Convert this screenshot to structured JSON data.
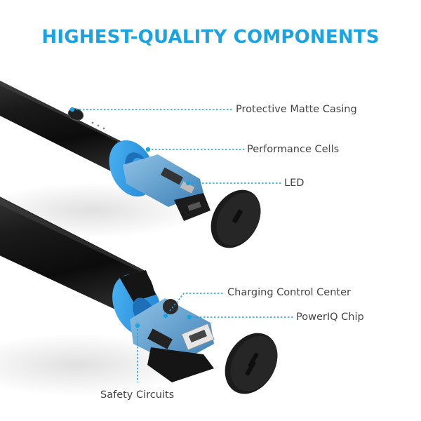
{
  "title": "HIGHEST-QUALITY COMPONENTS",
  "colors": {
    "accent": "#1aa3e0",
    "label_text": "#444444",
    "casing": "#1a1a1a",
    "cell_blue": "#2b9be8",
    "pcb_blue": "#4a8fc4"
  },
  "callouts": [
    {
      "label": "Protective Matte Casing"
    },
    {
      "label": "Performance Cells"
    },
    {
      "label": "LED"
    },
    {
      "label": "Charging Control Center"
    },
    {
      "label": "PowerIQ Chip"
    },
    {
      "label": "Safety Circuits"
    }
  ]
}
